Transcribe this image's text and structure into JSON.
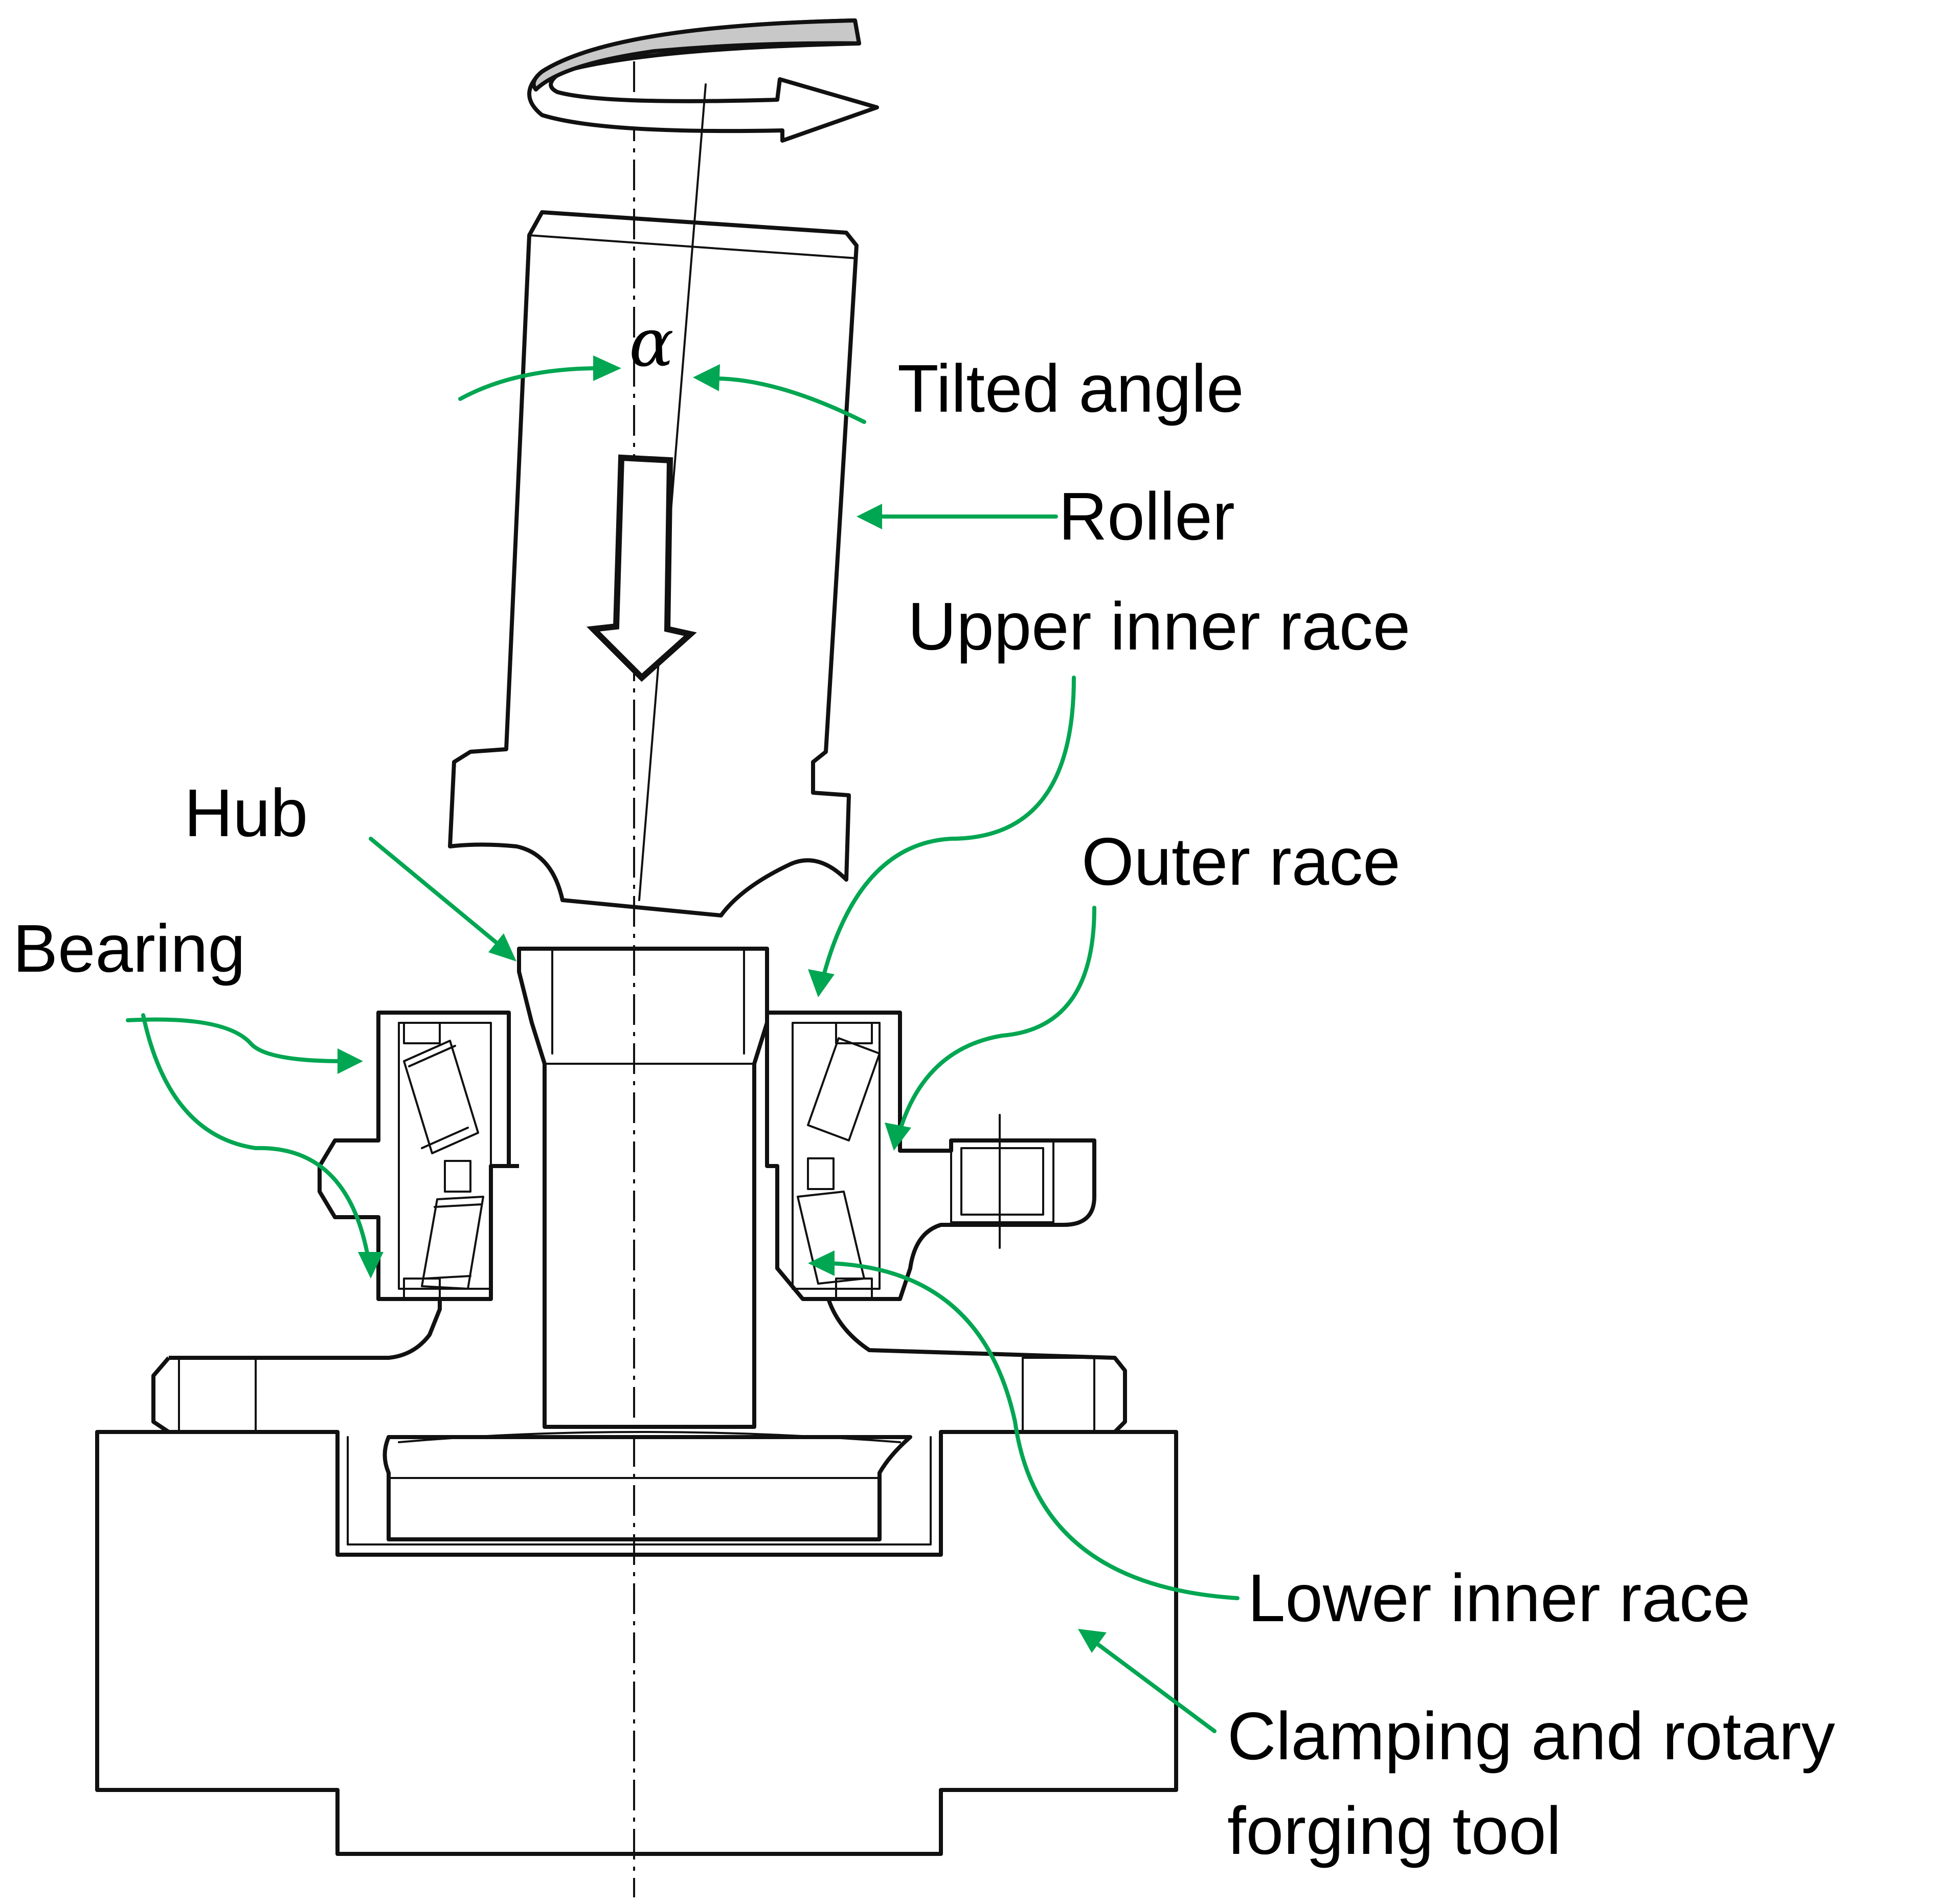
{
  "diagram": {
    "alpha_symbol": "α",
    "labels": {
      "tilted_angle": "Tilted angle",
      "roller": "Roller",
      "upper_inner_race": "Upper inner race",
      "hub": "Hub",
      "outer_race": "Outer race",
      "bearing": "Bearing",
      "lower_inner_race": "Lower inner race",
      "clamping_line1": "Clamping and rotary",
      "clamping_line2": "forging tool"
    },
    "colors": {
      "leader": "#00a651",
      "line": "#111111",
      "rotation_band": "#c8c8c8"
    }
  }
}
